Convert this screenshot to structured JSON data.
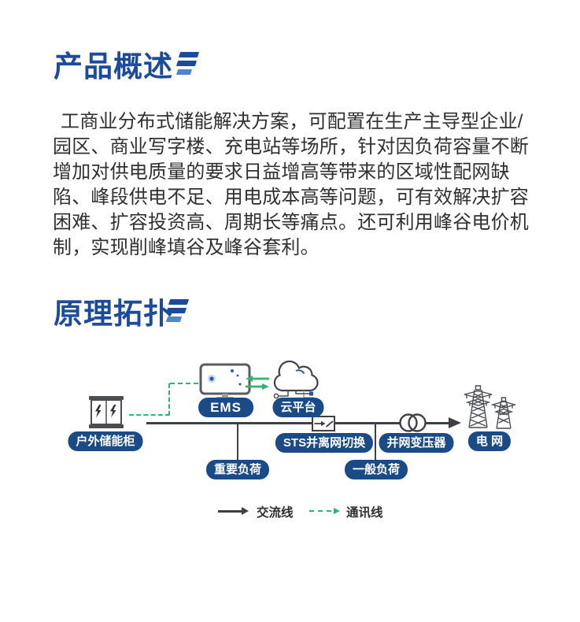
{
  "colors": {
    "heading_blue": "#1d4b9b",
    "heading_bar_light_blue": "#4d87c7",
    "pill_blue": "#1a4b86",
    "comm_green": "#2eb573",
    "line_dark": "#3f4045",
    "body_text": "#303030",
    "screen_dot_blue": "#2a5cad"
  },
  "sections": {
    "overview": {
      "title": "产品概述",
      "body": "工商业分布式储能解决方案，可配置在生产主导型企业/园区、商业写字楼、充电站等场所，针对因负荷容量不断增加对供电质量的要求日益增高等带来的区域性配网缺陷、峰段供电不足、用电成本高等问题，可有效解决扩容困难、扩容投资高、周期长等痛点。还可利用峰谷电价机制，实现削峰填谷及峰谷套利。"
    },
    "topology": {
      "title": "原理拓扑"
    }
  },
  "diagram": {
    "nodes": {
      "cabinet": {
        "label": "户外储能柜"
      },
      "ems": {
        "label": "EMS"
      },
      "cloud": {
        "label": "云平台"
      },
      "sts": {
        "label": "STS并离网切换"
      },
      "transformer": {
        "label": "并网变压器"
      },
      "grid": {
        "label": "电 网"
      },
      "important_load": {
        "label": "重要负荷"
      },
      "general_load": {
        "label": "一般负荷"
      }
    },
    "legend": {
      "ac_line": "交流线",
      "comm_line": "通讯线"
    }
  }
}
